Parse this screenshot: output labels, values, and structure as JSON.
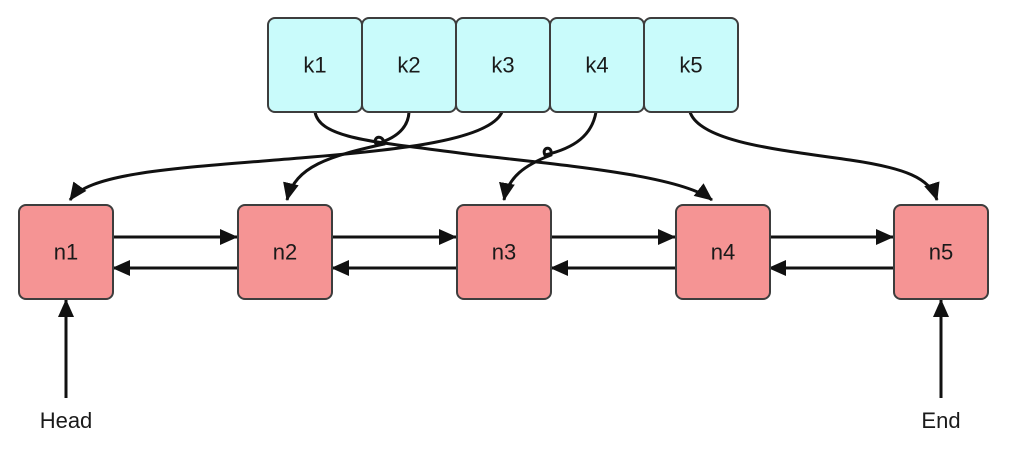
{
  "keys": [
    {
      "id": "k1",
      "label": "k1"
    },
    {
      "id": "k2",
      "label": "k2"
    },
    {
      "id": "k3",
      "label": "k3"
    },
    {
      "id": "k4",
      "label": "k4"
    },
    {
      "id": "k5",
      "label": "k5"
    }
  ],
  "nodes": [
    {
      "id": "n1",
      "label": "n1"
    },
    {
      "id": "n2",
      "label": "n2"
    },
    {
      "id": "n3",
      "label": "n3"
    },
    {
      "id": "n4",
      "label": "n4"
    },
    {
      "id": "n5",
      "label": "n5"
    }
  ],
  "key_to_node": [
    {
      "from": "k1",
      "to": "n4"
    },
    {
      "from": "k2",
      "to": "n2"
    },
    {
      "from": "k3",
      "to": "n1"
    },
    {
      "from": "k4",
      "to": "n3"
    },
    {
      "from": "k5",
      "to": "n5"
    }
  ],
  "list_links": [
    {
      "from": "n1",
      "to": "n2"
    },
    {
      "from": "n2",
      "to": "n1"
    },
    {
      "from": "n2",
      "to": "n3"
    },
    {
      "from": "n3",
      "to": "n2"
    },
    {
      "from": "n3",
      "to": "n4"
    },
    {
      "from": "n4",
      "to": "n3"
    },
    {
      "from": "n4",
      "to": "n5"
    },
    {
      "from": "n5",
      "to": "n4"
    }
  ],
  "head": {
    "label": "Head",
    "points_to": "n1"
  },
  "end": {
    "label": "End",
    "points_to": "n5"
  },
  "colors": {
    "key_fill": "#c9fbfb",
    "node_fill": "#f59494",
    "stroke": "#3d3d3d",
    "arrow": "#111111"
  }
}
